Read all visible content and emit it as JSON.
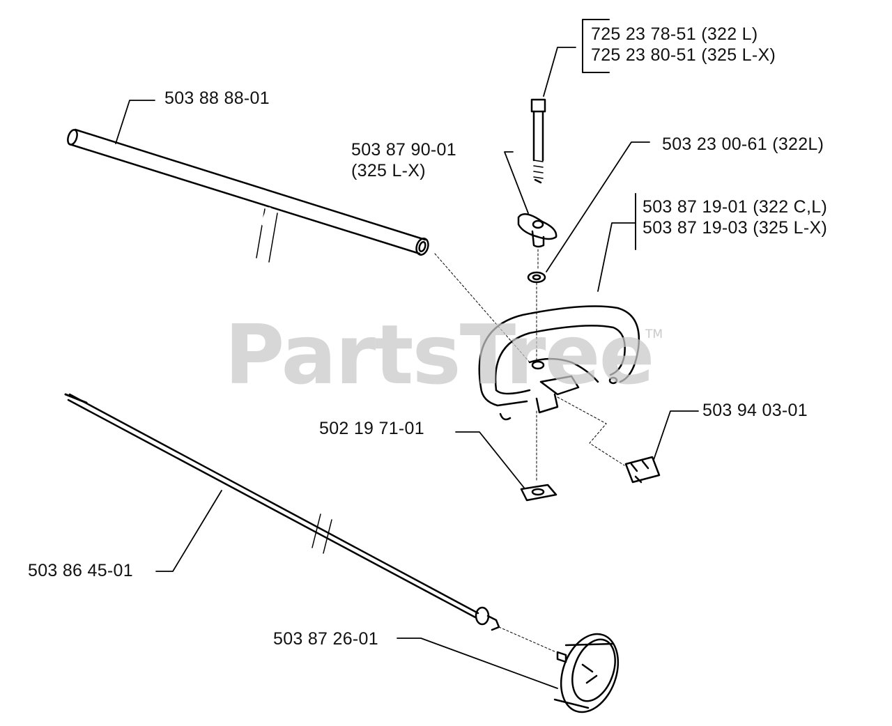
{
  "watermark": {
    "text": "PartsTree",
    "tm": "TM"
  },
  "labels": {
    "bolt_322": "725 23 78-51 (322 L)",
    "bolt_325": "725 23 80-51 (325 L-X)",
    "shaft_tube": "503 88 88-01",
    "knob_part": "503 87 90-01",
    "knob_model": "(325 L-X)",
    "washer": "503 23 00-61 (322L)",
    "handle_322": "503 87 19-01 (322 C,L)",
    "handle_325": "503 87 19-03 (325 L-X)",
    "nut": "502 19 71-01",
    "clip": "503 94 03-01",
    "drive_shaft": "503 86 45-01",
    "clutch_drum": "503 87 26-01"
  }
}
